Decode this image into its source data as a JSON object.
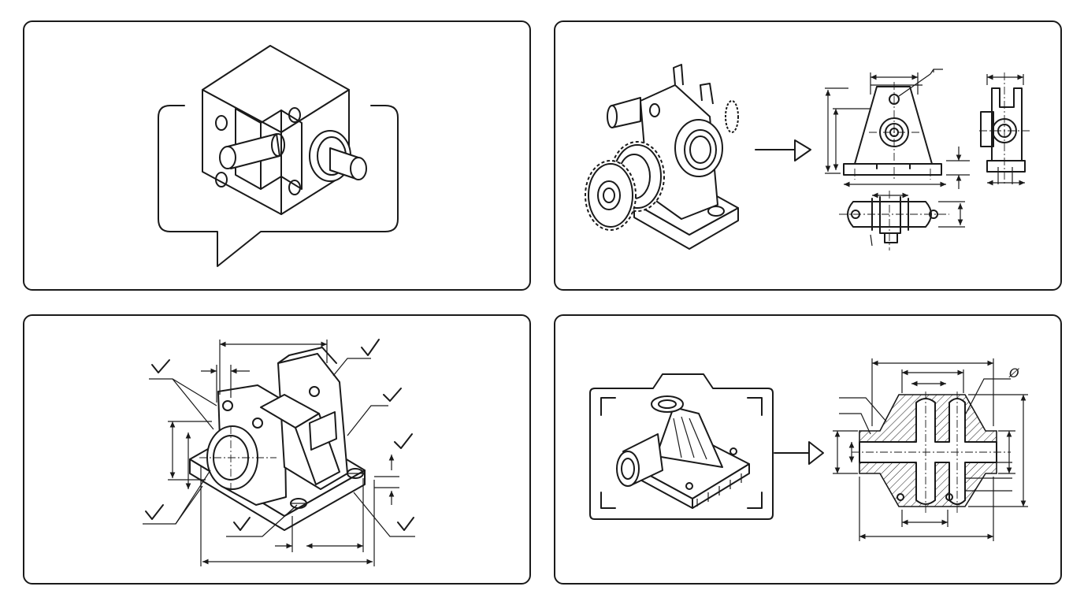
{
  "panels": [
    {
      "name": "speech-bubble-isometric-part",
      "icons": [
        "speech-bubble-icon",
        "isometric-block-icon"
      ]
    },
    {
      "name": "isometric-to-orthographic",
      "icons": [
        "gear-bracket-icon",
        "arrow-right-icon",
        "orthographic-views-icon"
      ]
    },
    {
      "name": "dimension-check",
      "icons": [
        "checkmark-icon",
        "dimensioned-bracket-icon"
      ]
    },
    {
      "name": "photo-to-section",
      "icons": [
        "camera-frame-icon",
        "arrow-right-icon",
        "section-view-icon"
      ]
    }
  ],
  "section_view": {
    "diameter_symbol": "Ø"
  }
}
